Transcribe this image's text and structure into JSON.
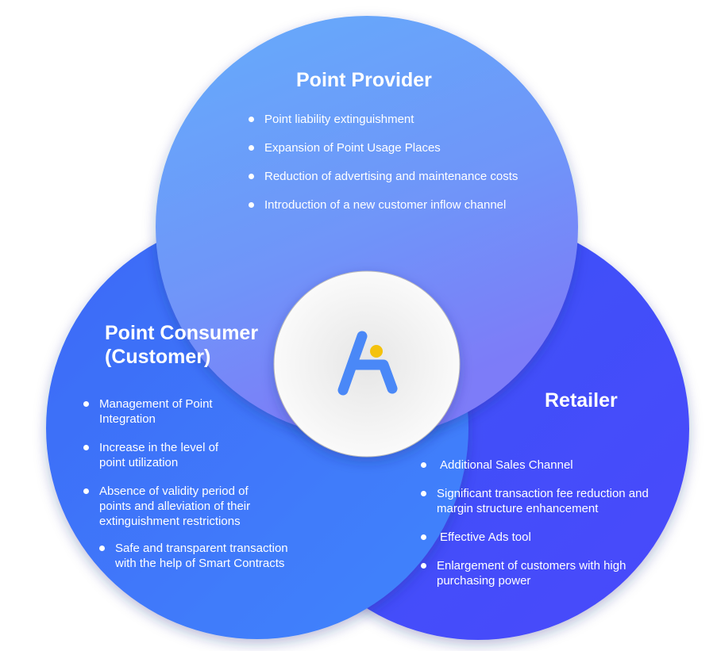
{
  "center_logo": {
    "icon": "a-logo-icon",
    "colors": {
      "letter": "#4a88f7",
      "dot": "#f4c20d"
    }
  },
  "colors": {
    "provider": "#6aa6fa",
    "consumer": "#3f72f9",
    "retailer": "#3f4ff8"
  },
  "provider": {
    "title": "Point Provider",
    "items": [
      "Point liability extinguishment",
      "Expansion of Point Usage Places",
      "Reduction of advertising and maintenance costs",
      "Introduction of a new customer inflow channel"
    ]
  },
  "consumer": {
    "title_line1": "Point Consumer",
    "title_line2": "(Customer)",
    "items": [
      "Management of Point Integration",
      "Increase in the level of point utilization",
      "Absence of validity period of points and alleviation of their extinguishment restrictions",
      "Safe and transparent transaction with the help of Smart Contracts"
    ]
  },
  "retailer": {
    "title": "Retailer",
    "items": [
      "Additional Sales Channel",
      "Significant transaction fee reduction and margin structure enhancement",
      "Effective Ads tool",
      "Enlargement of customers with high purchasing power"
    ]
  }
}
